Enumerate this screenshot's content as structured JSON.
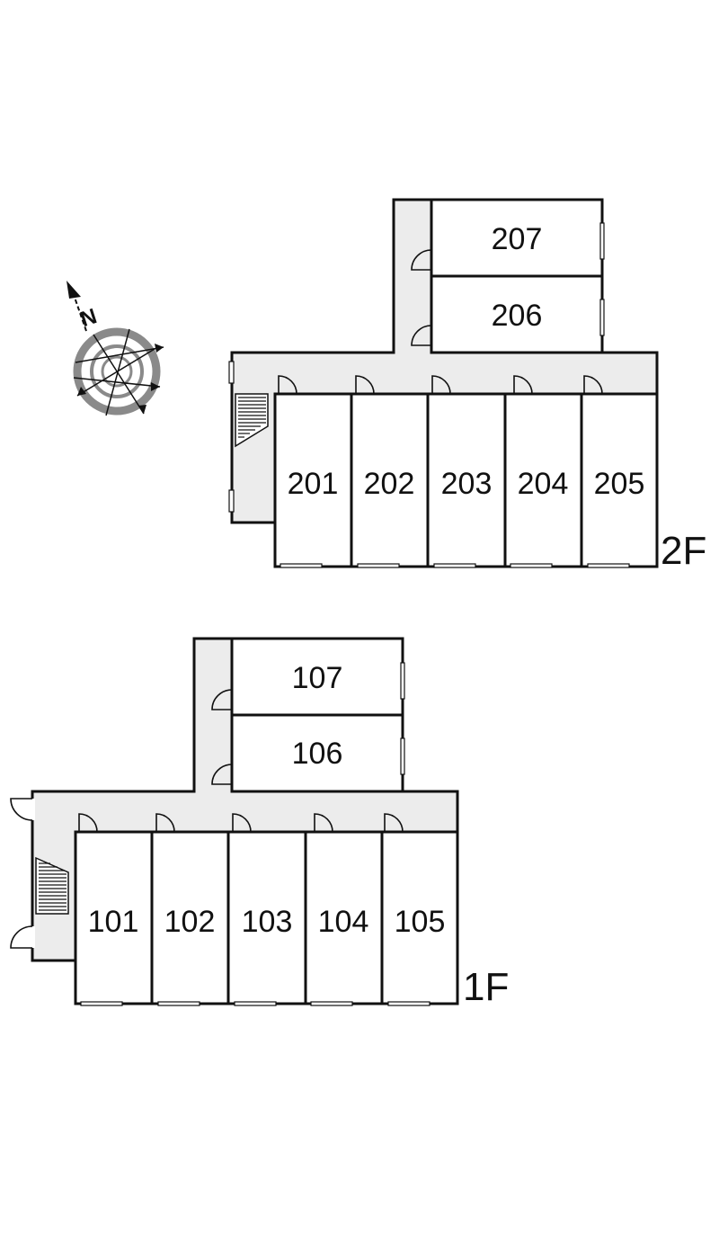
{
  "compass": {
    "north_label": "N",
    "icon": "compass-rose-icon"
  },
  "floors": [
    {
      "id": "2F",
      "label": "2F",
      "rooms_row": [
        "201",
        "202",
        "203",
        "204",
        "205"
      ],
      "rooms_wing": [
        "207",
        "206"
      ]
    },
    {
      "id": "1F",
      "label": "1F",
      "rooms_row": [
        "101",
        "102",
        "103",
        "104",
        "105"
      ],
      "rooms_wing": [
        "107",
        "106"
      ]
    }
  ],
  "colors": {
    "corridor": "#ececec",
    "wall": "#111111",
    "compass_ring": "#8a8a8a"
  }
}
